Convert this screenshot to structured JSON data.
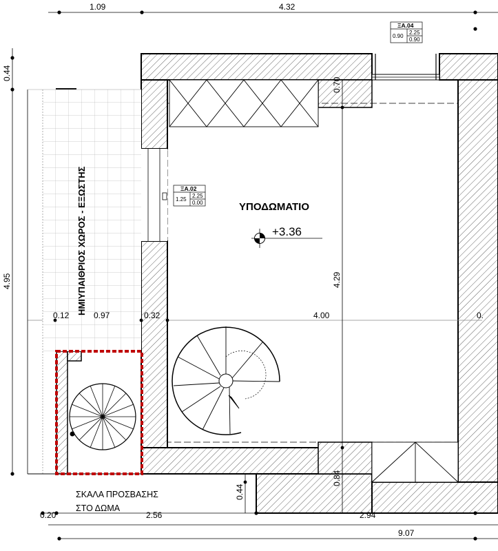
{
  "room": {
    "name": "ΥΠΟΔΩΜΑΤΙΟ",
    "elevation": "+3.36"
  },
  "outdoor_label": "ΗΜΙΥΠΑΙΘΡΙΟΣ ΧΩΡΟΣ - ΕΞΩΣΤΗΣ",
  "stair_note": {
    "line1": "ΣΚΑΛΑ ΠΡΟΣΒΑΣΗΣ",
    "line2": "ΣΤΟ ΔΩΜΑ"
  },
  "window_tags": [
    {
      "id": "ΞΑ.04",
      "width": "0.90",
      "height": "2.25",
      "sill": "0.90"
    },
    {
      "id": "ΞΑ.02",
      "width": "1.25",
      "height": "2.25",
      "sill": "0.00"
    }
  ],
  "dimensions": {
    "top_left": "1.09",
    "top_right": "4.32",
    "left_top": "0.44",
    "left_main": "4.95",
    "inner_left_a": "0.12",
    "inner_left_b": "0.97",
    "inner_left_c": "0.32",
    "inner_width": "4.00",
    "inner_right_cut": "0.",
    "inner_height": "4.29",
    "upper_niche": "0.70",
    "lower_niche": "0.84",
    "bottom_step": "0.44",
    "bottom_a": "0.20",
    "bottom_b": "2.56",
    "bottom_c": "2.94",
    "bottom_total": "9.07"
  }
}
